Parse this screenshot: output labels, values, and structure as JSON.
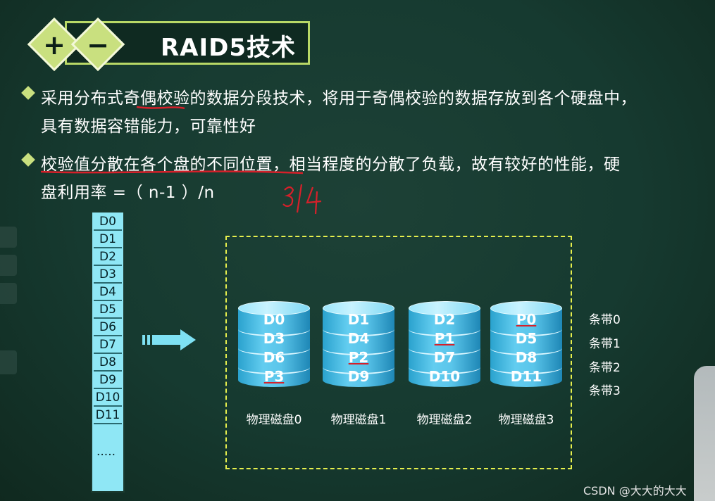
{
  "header": {
    "title": "RAID5技术",
    "plus_sign": "+",
    "minus_sign": "−"
  },
  "bullets": [
    {
      "lines": [
        "采用分布式奇偶校验的数据分段技术，将用于奇偶校验的数据存放到各个硬盘中，",
        "具有数据容错能力，可靠性好"
      ]
    },
    {
      "lines": [
        "校验值分散在各个盘的不同位置，相当程度的分散了负载，故有较好的性能，硬",
        "盘利用率 =（ n-1 ）/n"
      ]
    }
  ],
  "handwritten_note": "3/4",
  "data_blocks": [
    "D0",
    "D1",
    "D2",
    "D3",
    "D4",
    "D5",
    "D6",
    "D7",
    "D8",
    "D9",
    "D10",
    "D11"
  ],
  "data_blocks_more": ".....",
  "disks": [
    {
      "label": "物理磁盘0",
      "cells": [
        "D0",
        "D3",
        "D6",
        "P3"
      ]
    },
    {
      "label": "物理磁盘1",
      "cells": [
        "D1",
        "D4",
        "P2",
        "D9"
      ]
    },
    {
      "label": "物理磁盘2",
      "cells": [
        "D2",
        "P1",
        "D7",
        "D10"
      ]
    },
    {
      "label": "物理磁盘3",
      "cells": [
        "P0",
        "D5",
        "D8",
        "D11"
      ]
    }
  ],
  "stripes": [
    "条带0",
    "条带1",
    "条带2",
    "条带3"
  ],
  "watermark": "CSDN @大大的大大",
  "colors": {
    "accent": "#c9e07f",
    "disk": "#5ac5ea",
    "column": "#8fe7f5",
    "dashed_box": "#e6ef4d",
    "ink": "#d6202a"
  }
}
